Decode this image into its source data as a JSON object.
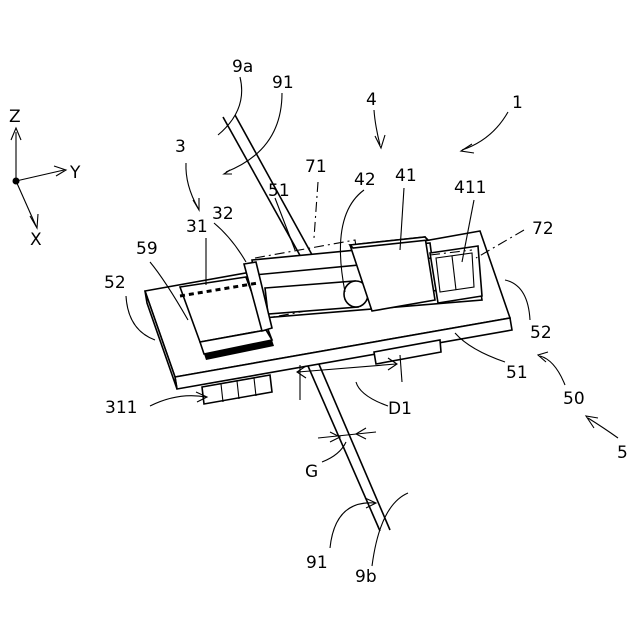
{
  "figure": {
    "axes": {
      "z": "Z",
      "y": "Y",
      "x": "X"
    },
    "labels": {
      "device": "1",
      "unit_3": "3",
      "unit_4": "4",
      "unit_5": "5",
      "fiber_end_a": "9a",
      "fiber_end_b": "9b",
      "fiber_top": "91",
      "fiber_bottom": "91",
      "part_31": "31",
      "part_32": "32",
      "part_311": "311",
      "part_41": "41",
      "part_42": "42",
      "part_411": "411",
      "part_50": "50",
      "part_51_top": "51",
      "part_51_bottom": "51",
      "part_52_left": "52",
      "part_52_right": "52",
      "part_59": "59",
      "part_71": "71",
      "part_72": "72",
      "distance_d1": "D1",
      "gap_g": "G"
    }
  }
}
